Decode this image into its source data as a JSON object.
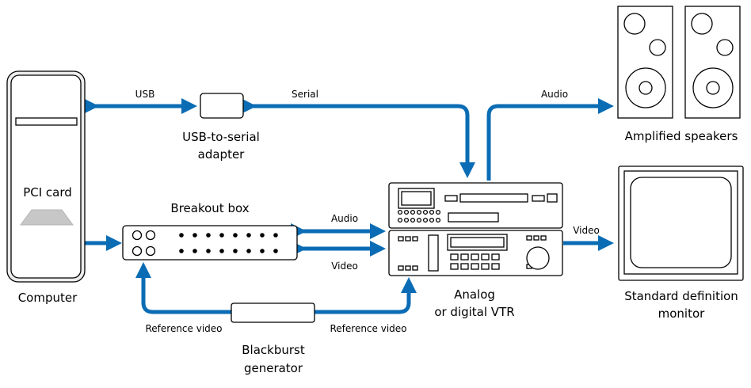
{
  "devices": {
    "computer": {
      "label": "Computer",
      "card_label": "PCI card"
    },
    "usb_adapter": {
      "label_line1": "USB-to-serial",
      "label_line2": "adapter"
    },
    "breakout_box": {
      "label": "Breakout box"
    },
    "vtr": {
      "label_line1": "Analog",
      "label_line2": "or digital VTR"
    },
    "speakers": {
      "label": "Amplified speakers"
    },
    "monitor": {
      "label_line1": "Standard definition",
      "label_line2": "monitor"
    },
    "blackburst": {
      "label_line1": "Blackburst",
      "label_line2": "generator"
    }
  },
  "connections": {
    "usb": "USB",
    "serial": "Serial",
    "audio_speakers": "Audio",
    "audio_breakout": "Audio",
    "video_breakout": "Video",
    "video_monitor": "Video",
    "ref_video_left": "Reference video",
    "ref_video_right": "Reference video"
  },
  "colors": {
    "cable": "#0a6cb4",
    "arrow": "#0a6cb4"
  }
}
